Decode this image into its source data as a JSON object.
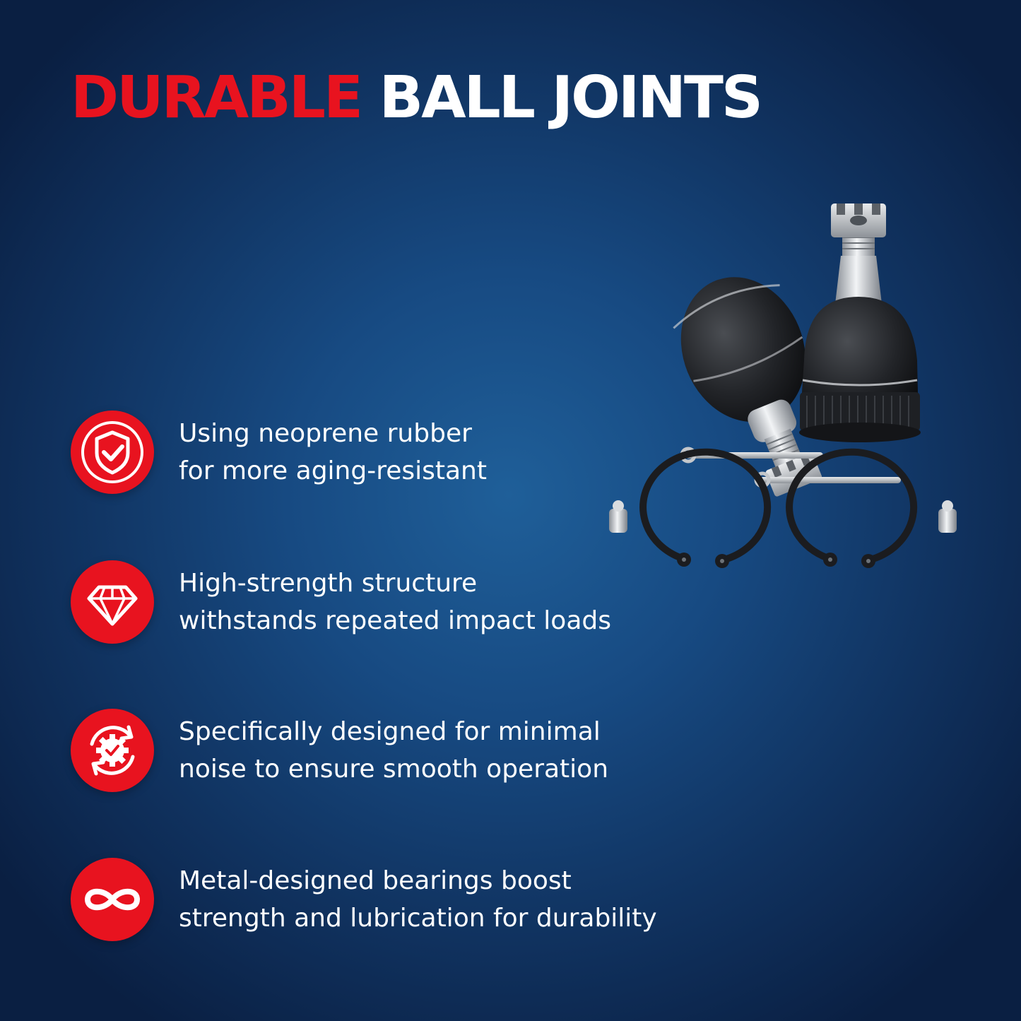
{
  "title": {
    "part1": "DURABLE",
    "part2": "BALL JOINTS"
  },
  "colors": {
    "accent": "#e8131f",
    "background": "#174a82",
    "text": "#ffffff"
  },
  "features": [
    {
      "icon": "shield-check-icon",
      "line1": "Using neoprene rubber",
      "line2": "for more aging-resistant"
    },
    {
      "icon": "diamond-icon",
      "line1": "High-strength structure",
      "line2": "withstands repeated impact loads"
    },
    {
      "icon": "gear-cycle-icon",
      "line1": "Specifically designed for minimal",
      "line2": "noise to ensure smooth operation"
    },
    {
      "icon": "infinity-icon",
      "line1": "Metal-designed bearings boost",
      "line2": "strength and lubrication for durability"
    }
  ]
}
